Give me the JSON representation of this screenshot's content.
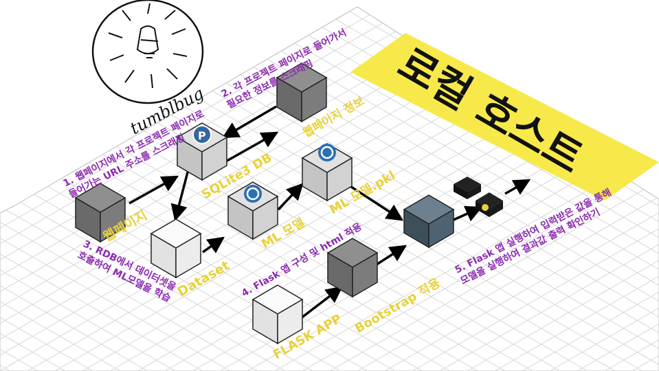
{
  "logo": {
    "text": "tumblbug"
  },
  "banner": {
    "title": "로컬 호스트"
  },
  "steps": {
    "s1": [
      "1. 웹페이지에서 각 프로젝트 페이지로",
      "들어가는 URL 주소를 스크래핑"
    ],
    "s2": [
      "2. 각 프로젝트 페이지로 들어가서",
      "필요한 정보를 스크래핑"
    ],
    "s3": [
      "3. RDB에서 데이터셋을",
      "호출하여 ML모델을 학습"
    ],
    "s4": "4. Flask 앱 구성 및 html 적용",
    "s5": [
      "5. Flask 앱 실행하여 입력받은 값을 통해",
      "모델을 실행하여 결과값 출력 확인하기"
    ]
  },
  "nodes": {
    "webpage": "웹페이지",
    "page_info": "웹페이지 정보",
    "sqlite": "SQLite3 DB",
    "dataset": "Dataset",
    "ml_model": "ML 모델",
    "ml_pkl": "ML 모델.pkl",
    "flask_app": "FLASK APP",
    "bootstrap": "Bootstrap 적용"
  },
  "colors": {
    "yellow_label": "#e8d23a",
    "purple_label": "#8c2bb0",
    "banner_bg": "#f7e94a",
    "cube_dark": "#707070",
    "cube_light": "#eeeeee",
    "cube_server": "#4f6272",
    "grid": "#cccccc"
  },
  "icons": [
    "lightbulb-icon",
    "postgres-elephant-icon",
    "ml-database-icon",
    "server-settings-icon"
  ]
}
